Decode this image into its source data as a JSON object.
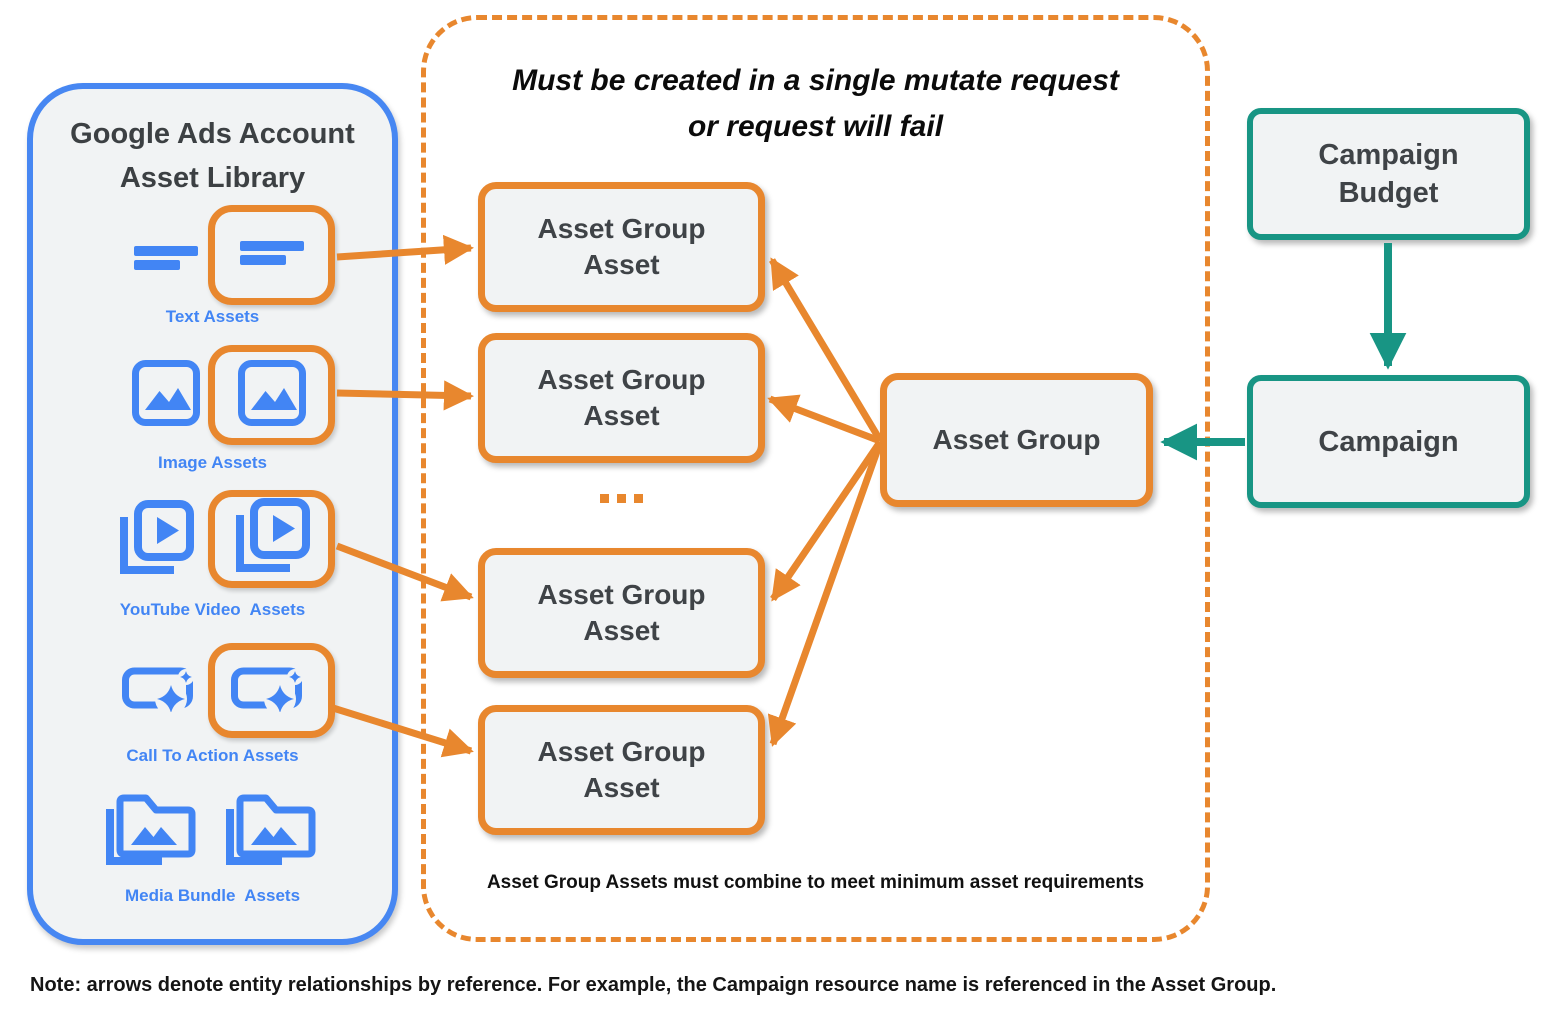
{
  "library": {
    "title_line1": "Google Ads Account",
    "title_line2": "Asset Library",
    "items": [
      {
        "label": "Text Assets",
        "icon": "text-lines-icon"
      },
      {
        "label": "Image Assets",
        "icon": "image-icon"
      },
      {
        "label": "YouTube Video  Assets",
        "icon": "video-stack-icon"
      },
      {
        "label": "Call To Action Assets",
        "icon": "cta-sparkle-icon"
      },
      {
        "label": "Media Bundle  Assets",
        "icon": "media-folder-icon"
      }
    ]
  },
  "mutate_box": {
    "title_line1": "Must be created in a single mutate request",
    "title_line2": "or request will fail",
    "asset_boxes": [
      "Asset Group Asset",
      "Asset Group Asset",
      "Asset Group Asset",
      "Asset Group Asset"
    ],
    "ellipsis": "...",
    "footnote": "Asset Group Assets must combine to meet minimum asset requirements"
  },
  "entities": {
    "asset_group": "Asset Group",
    "campaign_budget": "Campaign Budget",
    "campaign": "Campaign"
  },
  "note": "Note: arrows denote entity relationships by reference. For example, the Campaign resource name is referenced in the Asset Group.",
  "colors": {
    "blue": "#4285F4",
    "orange": "#E8872E",
    "teal": "#189584",
    "box_fill": "#F1F3F4",
    "text_dark": "#3C4043"
  }
}
